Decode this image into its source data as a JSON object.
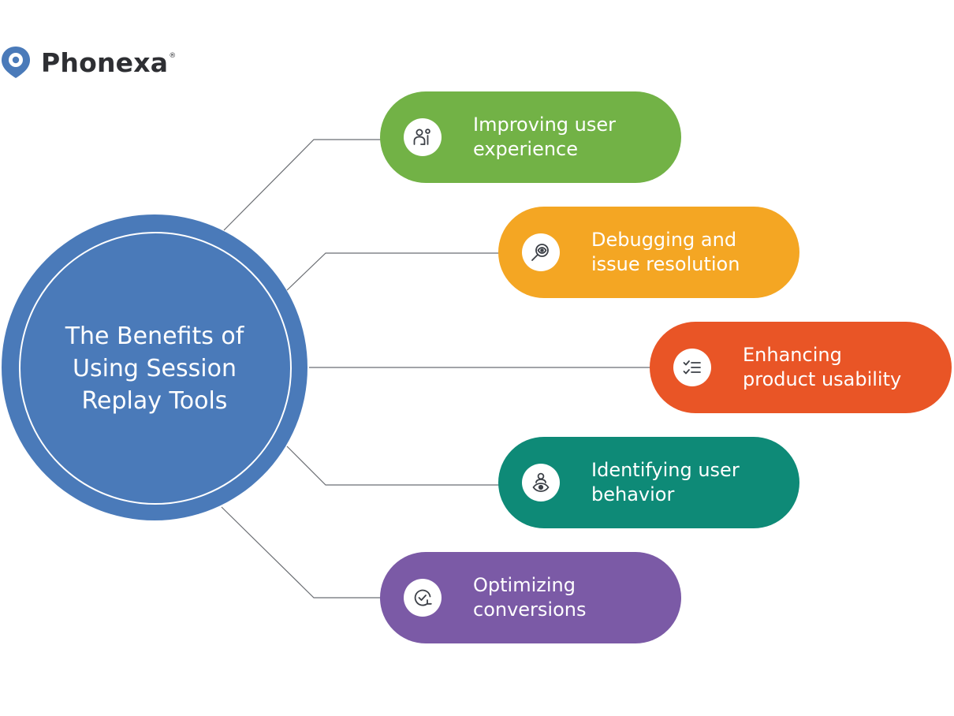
{
  "brand": {
    "name": "Phonexa",
    "reg_mark": "®"
  },
  "hub": {
    "title_lines": [
      "The Benefits of",
      "Using Session",
      "Replay Tools"
    ],
    "color": "#4a7ab9"
  },
  "benefits": [
    {
      "lines": [
        "Improving user",
        "experience"
      ],
      "color": "#72b246",
      "icon": "users-icon"
    },
    {
      "lines": [
        "Debugging and",
        "issue resolution"
      ],
      "color": "#f4a623",
      "icon": "search-eye-icon"
    },
    {
      "lines": [
        "Enhancing",
        "product usability"
      ],
      "color": "#e95526",
      "icon": "checklist-icon"
    },
    {
      "lines": [
        "Identifying user",
        "behavior"
      ],
      "color": "#0e8a77",
      "icon": "user-eye-icon"
    },
    {
      "lines": [
        "Optimizing",
        "conversions"
      ],
      "color": "#7b5aa6",
      "icon": "refresh-check-icon"
    }
  ],
  "connector_color": "#6b6e73"
}
